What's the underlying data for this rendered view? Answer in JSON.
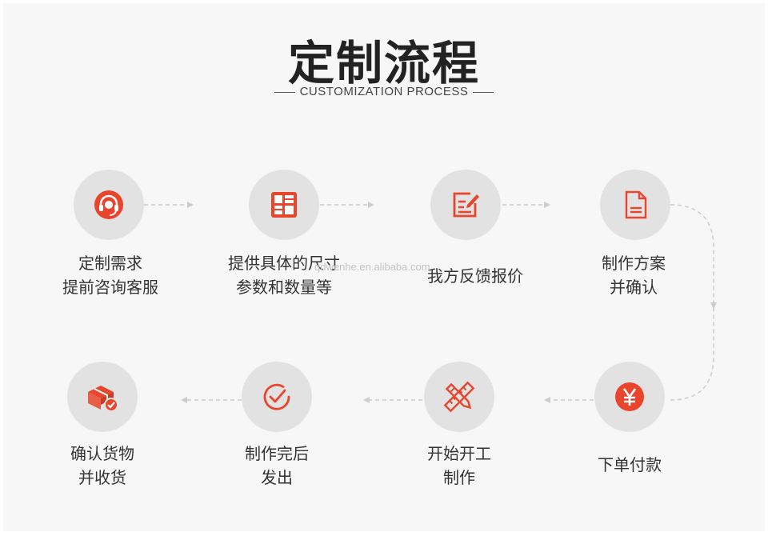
{
  "header": {
    "title": "定制流程",
    "subtitle": "CUSTOMIZATION PROCESS"
  },
  "watermark": "qdwenhe.en.alibaba.com",
  "colors": {
    "accent": "#e8452c",
    "circle_bg": "#e2e2e2",
    "text": "#333333",
    "connector": "#cccccc"
  },
  "steps": [
    {
      "icon": "headset-icon",
      "line1": "定制需求",
      "line2": "提前咨询客服"
    },
    {
      "icon": "layout-sheet-icon",
      "line1": "提供具体的尺寸",
      "line2": "参数和数量等"
    },
    {
      "icon": "edit-document-icon",
      "line1": "我方反馈报价",
      "line2": ""
    },
    {
      "icon": "file-icon",
      "line1": "制作方案",
      "line2": "并确认"
    },
    {
      "icon": "yen-coin-icon",
      "line1": "下单付款",
      "line2": ""
    },
    {
      "icon": "pencil-ruler-icon",
      "line1": "开始开工",
      "line2": "制作"
    },
    {
      "icon": "check-circle-icon",
      "line1": "制作完后",
      "line2": "发出"
    },
    {
      "icon": "package-check-icon",
      "line1": "确认货物",
      "line2": "并收货"
    }
  ]
}
